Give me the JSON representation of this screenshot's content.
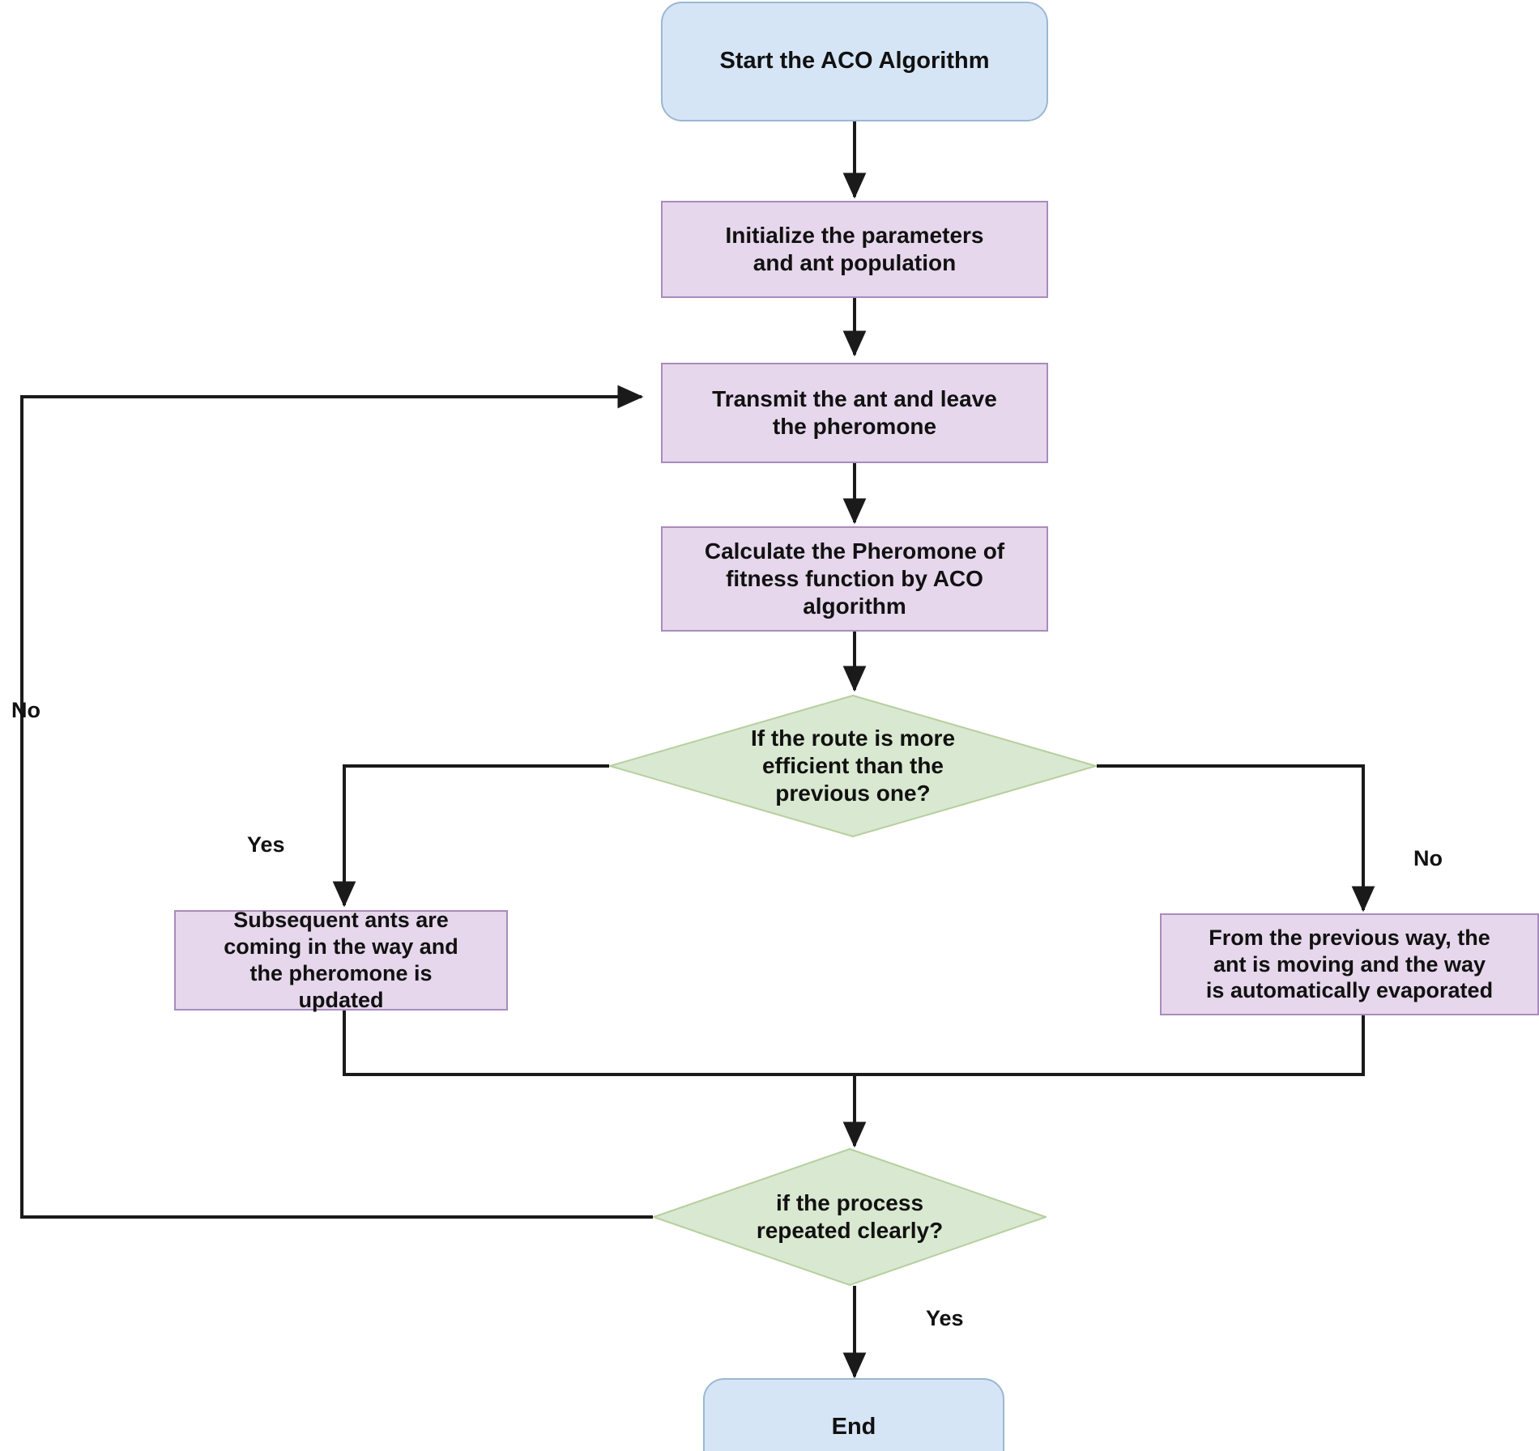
{
  "diagram": {
    "type": "flowchart",
    "title": "ACO Algorithm Flowchart",
    "colors": {
      "terminal_fill": "#d6e5f5",
      "terminal_stroke": "#9bb7d4",
      "process_fill": "#e6d7ec",
      "process_stroke": "#a98bbd",
      "decision_fill": "#d9e8d0",
      "decision_stroke": "#b6cf9e",
      "edge_stroke": "#333333",
      "background": "#ffffff",
      "text": "#111111"
    },
    "nodes": {
      "start": {
        "label": "Start the ACO Algorithm",
        "shape": "terminal"
      },
      "initialize": {
        "label": "Initialize the parameters\nand ant population",
        "shape": "process"
      },
      "transmit": {
        "label": "Transmit the ant and leave\nthe pheromone",
        "shape": "process"
      },
      "calculate": {
        "label": "Calculate the Pheromone of\nfitness function by ACO\nalgorithm",
        "shape": "process"
      },
      "decision_route": {
        "label": "If the route is more\nefficient than the\nprevious one?",
        "shape": "decision"
      },
      "subsequent": {
        "label": "Subsequent ants are\ncoming in the way and\nthe pheromone is\nupdated",
        "shape": "process"
      },
      "evaporate": {
        "label": "From the previous way, the\nant is moving and the way\nis automatically evaporated",
        "shape": "process"
      },
      "decision_repeat": {
        "label": "if the process\nrepeated clearly?",
        "shape": "decision"
      },
      "end": {
        "label": "End",
        "shape": "terminal"
      }
    },
    "edge_labels": {
      "route_yes": "Yes",
      "route_no": "No",
      "repeat_no": "No",
      "repeat_yes": "Yes"
    },
    "edges": [
      {
        "from": "start",
        "to": "initialize",
        "label": ""
      },
      {
        "from": "initialize",
        "to": "transmit",
        "label": ""
      },
      {
        "from": "transmit",
        "to": "calculate",
        "label": ""
      },
      {
        "from": "calculate",
        "to": "decision_route",
        "label": ""
      },
      {
        "from": "decision_route",
        "to": "subsequent",
        "label": "Yes"
      },
      {
        "from": "decision_route",
        "to": "evaporate",
        "label": "No"
      },
      {
        "from": "subsequent",
        "to": "decision_repeat",
        "label": ""
      },
      {
        "from": "evaporate",
        "to": "decision_repeat",
        "label": ""
      },
      {
        "from": "decision_repeat",
        "to": "transmit",
        "label": "No"
      },
      {
        "from": "decision_repeat",
        "to": "end",
        "label": "Yes"
      }
    ]
  }
}
